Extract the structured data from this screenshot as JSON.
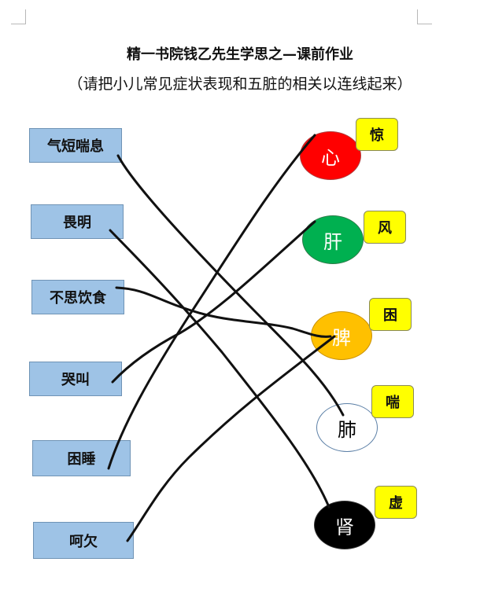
{
  "title": "精一书院钱乙先生学思之—课前作业",
  "subtitle": "（请把小儿常见症状表现和五脏的相关以连线起来）",
  "symptoms": [
    {
      "label": "气短喘息"
    },
    {
      "label": "畏明"
    },
    {
      "label": "不思饮食"
    },
    {
      "label": "哭叫"
    },
    {
      "label": "困睡"
    },
    {
      "label": "呵欠"
    }
  ],
  "organs": [
    {
      "label": "心",
      "color": "#ff0000",
      "text_color": "#ffffff"
    },
    {
      "label": "肝",
      "color": "#00b050",
      "text_color": "#ffffff"
    },
    {
      "label": "脾",
      "color": "#ffc000",
      "text_color": "#ffffff"
    },
    {
      "label": "肺",
      "color": "#ffffff",
      "text_color": "#000000"
    },
    {
      "label": "肾",
      "color": "#000000",
      "text_color": "#ffffff"
    }
  ],
  "emotions": [
    {
      "label": "惊"
    },
    {
      "label": "风"
    },
    {
      "label": "困"
    },
    {
      "label": "喘"
    },
    {
      "label": "虚"
    }
  ]
}
